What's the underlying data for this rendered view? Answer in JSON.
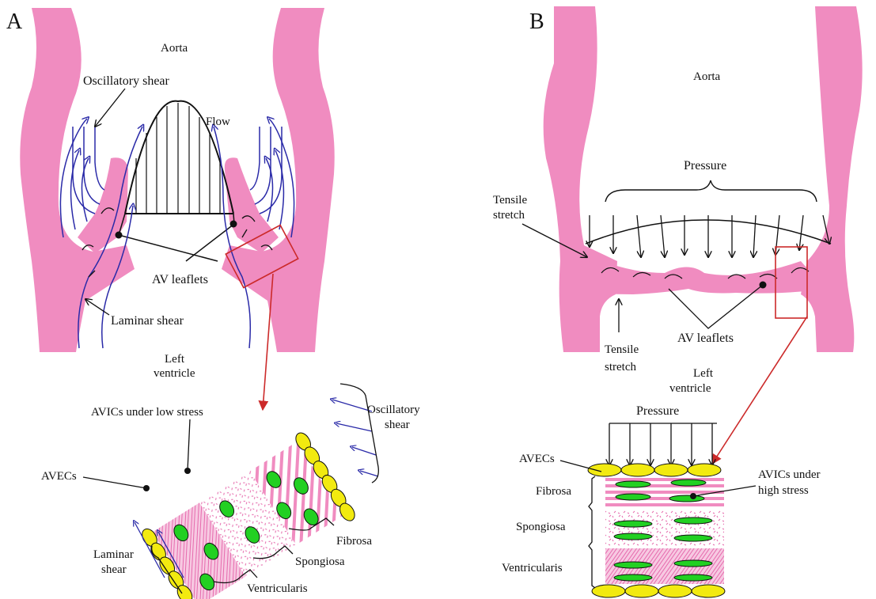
{
  "panel_a": {
    "letter": "A",
    "aorta": "Aorta",
    "oscillatory_shear": "Oscillatory shear",
    "flow": "Flow",
    "av_leaflets": "AV leaflets",
    "laminar_shear": "Laminar shear",
    "left_ventricle_1": "Left",
    "left_ventricle_2": "ventricle",
    "avics_low": "AVICs under low stress",
    "avecs": "AVECs",
    "laminar_shear_1": "Laminar",
    "laminar_shear_2": "shear",
    "oscillatory_shear_1": "Oscillatory",
    "oscillatory_shear_2": "shear",
    "fibrosa": "Fibrosa",
    "spongiosa": "Spongiosa",
    "ventricularis": "Ventricularis"
  },
  "panel_b": {
    "letter": "B",
    "aorta": "Aorta",
    "pressure": "Pressure",
    "tensile_stretch_1a": "Tensile",
    "tensile_stretch_1b": "stretch",
    "tensile_stretch_2a": "Tensile",
    "tensile_stretch_2b": "stretch",
    "av_leaflets": "AV leaflets",
    "left_ventricle_1": "Left",
    "left_ventricle_2": "ventricle",
    "pressure_bottom": "Pressure",
    "avecs": "AVECs",
    "fibrosa": "Fibrosa",
    "spongiosa": "Spongiosa",
    "ventricularis": "Ventricularis",
    "avics_high_1": "AVICs under",
    "avics_high_2": "high stress"
  },
  "colors": {
    "tissue_pink": "#f08cc0",
    "flow_blue": "#2a2aa8",
    "highlight_red": "#cc2a2a",
    "cell_green": "#22d022",
    "cell_yellow": "#f2ea10"
  }
}
